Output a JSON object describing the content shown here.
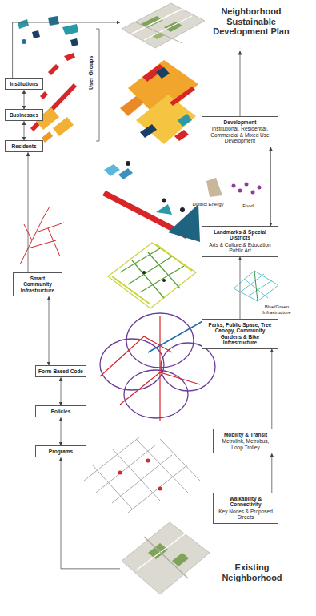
{
  "diagram": {
    "nodes": [
      {
        "text": [
          "Neighborhood Sustainable Development Plan"
        ]
      },
      {
        "text": [
          "Institutions"
        ]
      },
      {
        "text": [
          "Businesses"
        ]
      },
      {
        "text": [
          "Residents"
        ]
      },
      {
        "text": [
          "Development",
          "Institutional, Residential, Commercial & Mixed Use Development"
        ]
      },
      {
        "text": [
          "Landmarks & Special Districts",
          "Arts & Culture & Education Public Art"
        ]
      },
      {
        "text": [
          "Smart Community Infrastructure"
        ]
      },
      {
        "text": [
          "Parks, Public Space, Tree Canopy, Community Gardens & Bike Infrastructure"
        ]
      },
      {
        "text": [
          "Form-Based Code"
        ]
      },
      {
        "text": [
          "Policies"
        ]
      },
      {
        "text": [
          "Mobility & Transit",
          "Metrolink, Metrobus, Loop Trolley"
        ]
      },
      {
        "text": [
          "Programs"
        ]
      },
      {
        "text": [
          "Walkability & Connectivity",
          "Key Nodes & Proposed Streets"
        ]
      },
      {
        "text": [
          "Existing Neighborhood"
        ]
      }
    ],
    "edges": [
      {
        "from": 1,
        "to": 0,
        "arrow": "to"
      },
      {
        "from": 1,
        "to": 2,
        "arrow": "both"
      },
      {
        "from": 2,
        "to": 3,
        "arrow": "both"
      },
      {
        "from": 6,
        "to": 3,
        "arrow": "to"
      },
      {
        "from": 8,
        "to": 6,
        "arrow": "both"
      },
      {
        "from": 8,
        "to": 9,
        "arrow": "both"
      },
      {
        "from": 9,
        "to": 11,
        "arrow": "both"
      },
      {
        "from": 13,
        "to": 11,
        "arrow": "to"
      },
      {
        "from": 12,
        "to": 10,
        "arrow": "to"
      },
      {
        "from": 10,
        "to": 7,
        "arrow": "to"
      },
      {
        "from": 7,
        "to": 5,
        "arrow": "to"
      },
      {
        "from": 5,
        "to": 4,
        "arrow": "both"
      },
      {
        "from": 4,
        "to": 0,
        "arrow": "to"
      }
    ],
    "labels": [
      "User Groups",
      "District Energy",
      "Food",
      "Blue/Green Infrastructure"
    ]
  }
}
